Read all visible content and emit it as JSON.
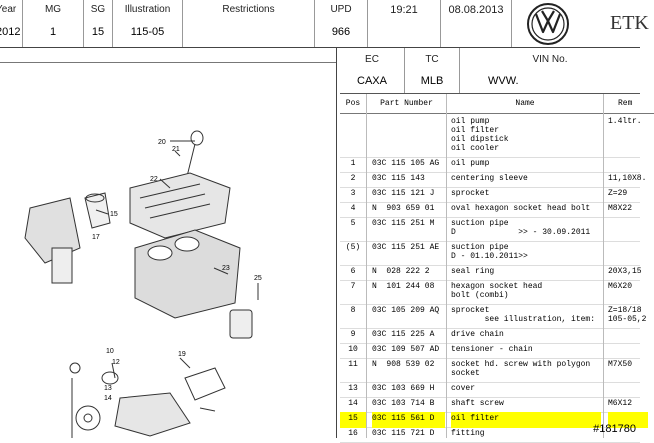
{
  "header": {
    "cells": [
      {
        "label": "Year",
        "value": "2012"
      },
      {
        "label": "MG",
        "value": "1"
      },
      {
        "label": "SG",
        "value": "15"
      },
      {
        "label": "Illustration",
        "value": "115-05"
      },
      {
        "label": "Restrictions",
        "value": ""
      },
      {
        "label": "UPD",
        "value": "966"
      },
      {
        "label": "",
        "value": "19:21"
      },
      {
        "label": "",
        "value": "08.08.2013"
      }
    ],
    "brand": "ETK"
  },
  "subheader": {
    "cells": [
      {
        "label": "EC",
        "value": "CAXA"
      },
      {
        "label": "TC",
        "value": "MLB"
      },
      {
        "label": "VIN No.",
        "value": "WVW."
      }
    ]
  },
  "table": {
    "columns": [
      "Pos",
      "Part Number",
      "Name",
      "Rem"
    ],
    "rows": [
      {
        "pos": "",
        "part": "",
        "name": "oil pump\noil filter\noil dipstick\noil cooler",
        "rem": "1.4ltr.",
        "lines": 4
      },
      {
        "pos": "1",
        "part": "03C 115 105 AG",
        "name": "oil pump",
        "rem": "",
        "lines": 1
      },
      {
        "pos": "2",
        "part": "03C 115 143",
        "name": "centering sleeve",
        "rem": "11,10X8.",
        "lines": 1
      },
      {
        "pos": "3",
        "part": "03C 115 121 J",
        "name": "sprocket",
        "rem": "Z=29",
        "lines": 1
      },
      {
        "pos": "4",
        "part": "N  903 659 01",
        "name": "oval hexagon socket head bolt",
        "rem": "M8X22",
        "lines": 1
      },
      {
        "pos": "5",
        "part": "03C 115 251 M",
        "name": "suction pipe\nD             >> - 30.09.2011",
        "rem": "",
        "lines": 2
      },
      {
        "pos": "(5)",
        "part": "03C 115 251 AE",
        "name": "suction pipe\nD - 01.10.2011>>",
        "rem": "",
        "lines": 2
      },
      {
        "pos": "6",
        "part": "N  028 222 2",
        "name": "seal ring",
        "rem": "20X3,15",
        "lines": 1
      },
      {
        "pos": "7",
        "part": "N  101 244 08",
        "name": "hexagon socket head\nbolt (combi)",
        "rem": "M6X20",
        "lines": 2
      },
      {
        "pos": "8",
        "part": "03C 105 209 AQ",
        "name": "sprocket\n       see illustration, item:",
        "rem": "Z=18/18\n105-05,2",
        "lines": 2
      },
      {
        "pos": "9",
        "part": "03C 115 225 A",
        "name": "drive chain",
        "rem": "",
        "lines": 1
      },
      {
        "pos": "10",
        "part": "03C 109 507 AD",
        "name": "tensioner - chain",
        "rem": "",
        "lines": 1
      },
      {
        "pos": "11",
        "part": "N  908 539 02",
        "name": "socket hd. screw with polygon\nsocket",
        "rem": "M7X50",
        "lines": 2
      },
      {
        "pos": "13",
        "part": "03C 103 669 H",
        "name": "cover",
        "rem": "",
        "lines": 1
      },
      {
        "pos": "14",
        "part": "03C 103 714 B",
        "name": "shaft screw",
        "rem": "M6X12",
        "lines": 1
      },
      {
        "pos": "15",
        "part": "03C 115 561 D",
        "name": "oil filter",
        "rem": "",
        "lines": 1,
        "highlight": true
      },
      {
        "pos": "16",
        "part": "03C 115 721 D",
        "name": "fitting",
        "rem": "",
        "lines": 1
      }
    ]
  },
  "illustration": {
    "callouts": [
      "20",
      "21",
      "22",
      "15",
      "17",
      "23",
      "25",
      "10",
      "12",
      "13",
      "14",
      "19"
    ]
  },
  "watermark": "#181780"
}
